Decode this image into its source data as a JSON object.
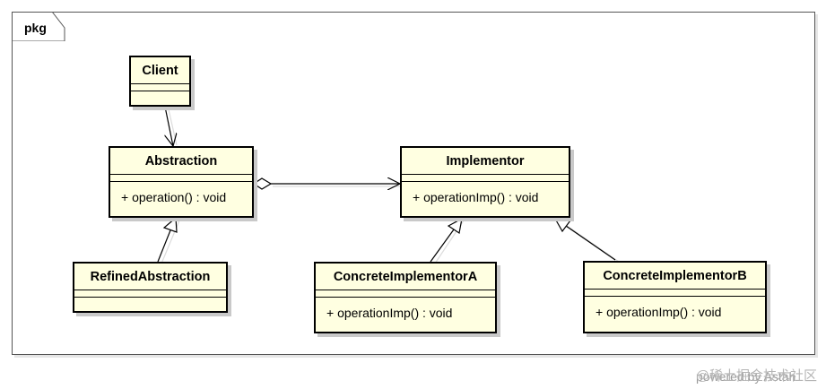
{
  "frame": {
    "label": "pkg"
  },
  "classes": {
    "client": {
      "name": "Client"
    },
    "abstraction": {
      "name": "Abstraction",
      "operation": "+ operation() : void"
    },
    "refined": {
      "name": "RefinedAbstraction"
    },
    "implementor": {
      "name": "Implementor",
      "operation": "+ operationImp() : void"
    },
    "concreteA": {
      "name": "ConcreteImplementorA",
      "operation": "+ operationImp() : void"
    },
    "concreteB": {
      "name": "ConcreteImplementorB",
      "operation": "+ operationImp() : void"
    }
  },
  "footer": {
    "powered": "powered by Astah",
    "watermark": "@稀土掘金技术社区"
  },
  "colors": {
    "class_fill": "#ffffe1",
    "shadow": "#c9c9c9",
    "line": "#000000"
  }
}
